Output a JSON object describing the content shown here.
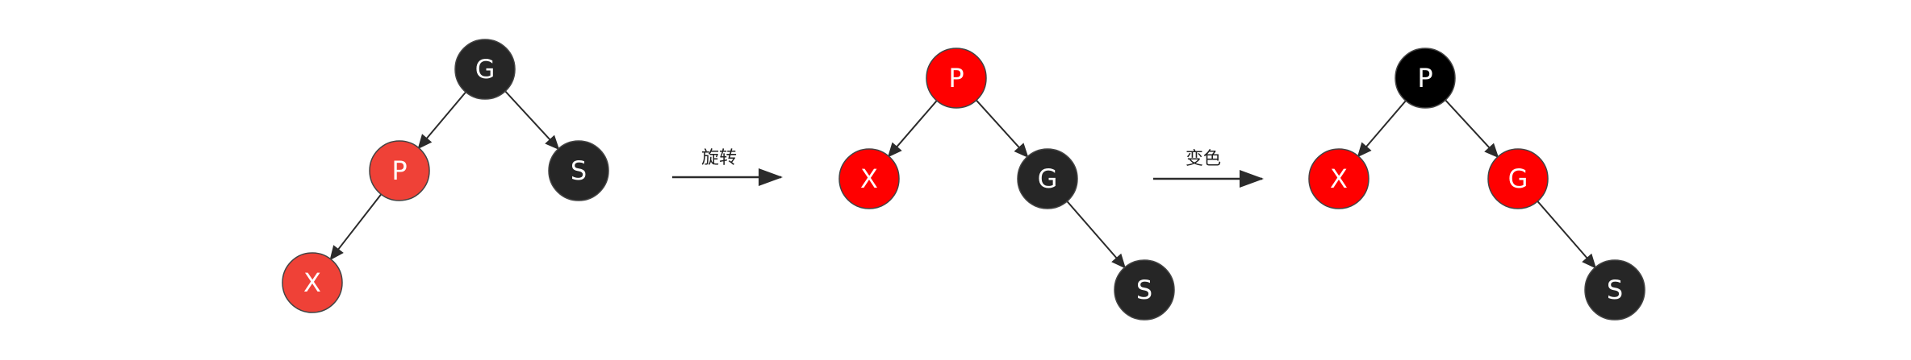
{
  "colors": {
    "black_node": "#262626",
    "pure_black_node": "#000000",
    "red_node": "#ef4137",
    "bright_red_node": "#ff0000",
    "edge": "#2b2b2b",
    "node_stroke": "#444444"
  },
  "trees": [
    {
      "nodes": [
        {
          "id": "G",
          "label": "G",
          "color": "black_node"
        },
        {
          "id": "P",
          "label": "P",
          "color": "red_node"
        },
        {
          "id": "S",
          "label": "S",
          "color": "black_node"
        },
        {
          "id": "X",
          "label": "X",
          "color": "red_node"
        }
      ],
      "edges": [
        [
          "G",
          "P"
        ],
        [
          "G",
          "S"
        ],
        [
          "P",
          "X"
        ]
      ]
    },
    {
      "nodes": [
        {
          "id": "P",
          "label": "P",
          "color": "bright_red_node"
        },
        {
          "id": "X",
          "label": "X",
          "color": "bright_red_node"
        },
        {
          "id": "G",
          "label": "G",
          "color": "black_node"
        },
        {
          "id": "S",
          "label": "S",
          "color": "black_node"
        }
      ],
      "edges": [
        [
          "P",
          "X"
        ],
        [
          "P",
          "G"
        ],
        [
          "G",
          "S"
        ]
      ]
    },
    {
      "nodes": [
        {
          "id": "P",
          "label": "P",
          "color": "pure_black_node"
        },
        {
          "id": "X",
          "label": "X",
          "color": "bright_red_node"
        },
        {
          "id": "G",
          "label": "G",
          "color": "bright_red_node"
        },
        {
          "id": "S",
          "label": "S",
          "color": "black_node"
        }
      ],
      "edges": [
        [
          "P",
          "X"
        ],
        [
          "P",
          "G"
        ],
        [
          "G",
          "S"
        ]
      ]
    }
  ],
  "transitions": [
    {
      "label": "旋转"
    },
    {
      "label": "变色"
    }
  ]
}
